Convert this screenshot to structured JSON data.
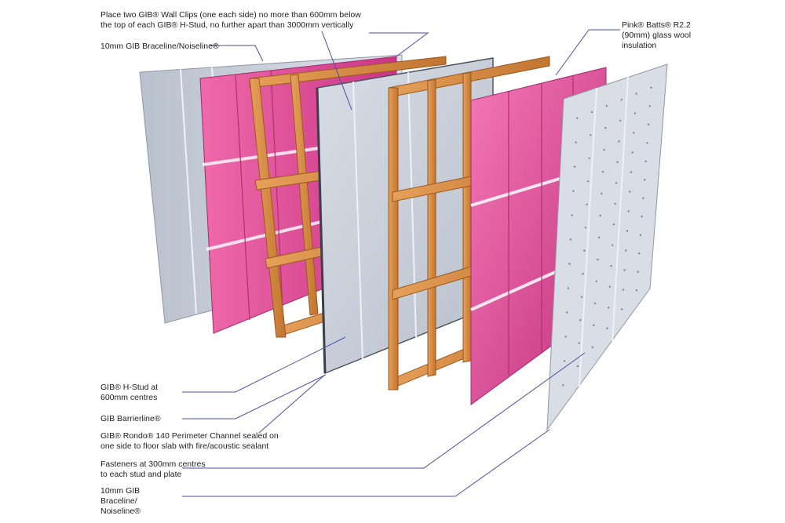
{
  "colors": {
    "board": "#c9d0db",
    "board_dark": "#9aa3b1",
    "insulation": "#e8479c",
    "insulation_dark": "#b52c74",
    "timber": "#d98a3a",
    "timber_dark": "#a85f1d",
    "leader": "#4b4fa0",
    "text": "#222222"
  },
  "labels": {
    "wall_clips": "Place two GIB® Wall Clips (one each side) no more than 600mm below\nthe top of each GIB® H-Stud, no further apart than 3000mm vertically",
    "braceline_top": "10mm GIB Braceline/Noiseline®",
    "pink_batts": "Pink® Batts® R2.2\n(90mm) glass wool\ninsulation",
    "h_stud": "GIB® H-Stud at\n600mm centres",
    "barrierline": "GIB Barrierline®",
    "rondo": "GIB® Rondo® 140 Perimeter Channel sealed on\none side to floor slab with fire/acoustic sealant",
    "fasteners": "Fasteners at 300mm centres\nto each stud and plate",
    "braceline_bottom": "10mm GIB\nBraceline/\nNoiseline®"
  }
}
